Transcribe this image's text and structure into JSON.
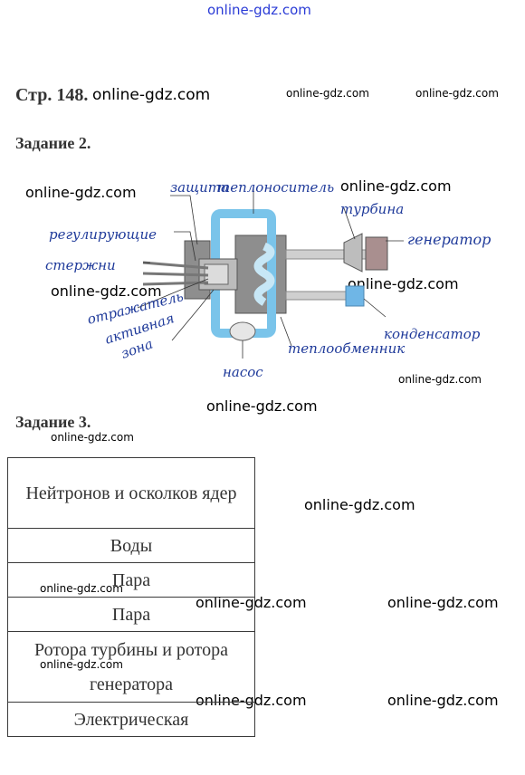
{
  "watermark": "online-gdz.com",
  "page_no": "Стр. 148.",
  "task2_title": "Задание 2.",
  "task3_title": "Задание 3.",
  "diagram": {
    "labels": {
      "protection": "защита",
      "coolant": "теплоноситель",
      "turbine": "турбина",
      "control": "регулирующие",
      "rods": "стержни",
      "generator": "генератор",
      "reflector": "отражатель",
      "active_zone_1": "активная",
      "active_zone_2": "зона",
      "condenser": "конденсатор",
      "pump": "насос",
      "heat_exchanger": "теплообменник"
    }
  },
  "table": {
    "rows": [
      "Нейтронов и осколков ядер",
      "Воды",
      "Пара",
      "Пара",
      "Ротора турбины и ротора генератора",
      "Электрическая"
    ]
  }
}
